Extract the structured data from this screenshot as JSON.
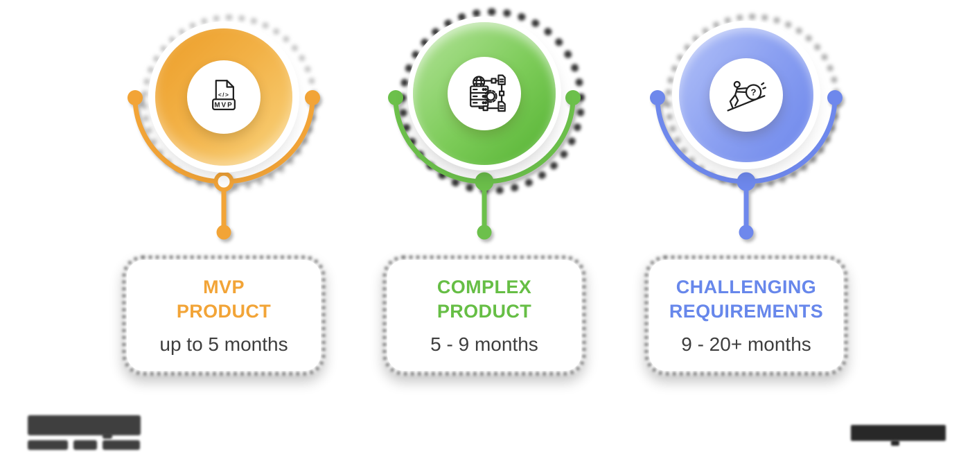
{
  "page": {
    "background": "#FFFFFF"
  },
  "columns": [
    {
      "id": "mvp-product",
      "title_line1": "MVP",
      "title_line2": "PRODUCT",
      "duration": "up to 5 months",
      "accent": "#F2A437",
      "gradient_from": "#EC9D28",
      "gradient_to": "#F9D47E",
      "icon": "mvp-code-file-icon",
      "icon_text": {
        "code": "</>",
        "badge": "MVP"
      }
    },
    {
      "id": "complex-product",
      "title_line1": "COMPLEX",
      "title_line2": "PRODUCT",
      "duration": "5 - 9 months",
      "accent": "#66BE45",
      "gradient_from": "#B5E49B",
      "gradient_to": "#54B232",
      "icon": "system-architecture-icon",
      "icon_text": {}
    },
    {
      "id": "challenging-requirements",
      "title_line1": "CHALLENGING",
      "title_line2": "REQUIREMENTS",
      "duration": "9 - 20+ months",
      "accent": "#6787EB",
      "gradient_from": "#B3C2F8",
      "gradient_to": "#6D87EB",
      "icon": "pushing-boulder-uphill-icon",
      "icon_text": {
        "question": "?"
      }
    }
  ],
  "text_color": "#3E3E3E",
  "footer": {
    "left_logo": "redacted-company-logo",
    "right_watermark": "redacted-watermark"
  }
}
